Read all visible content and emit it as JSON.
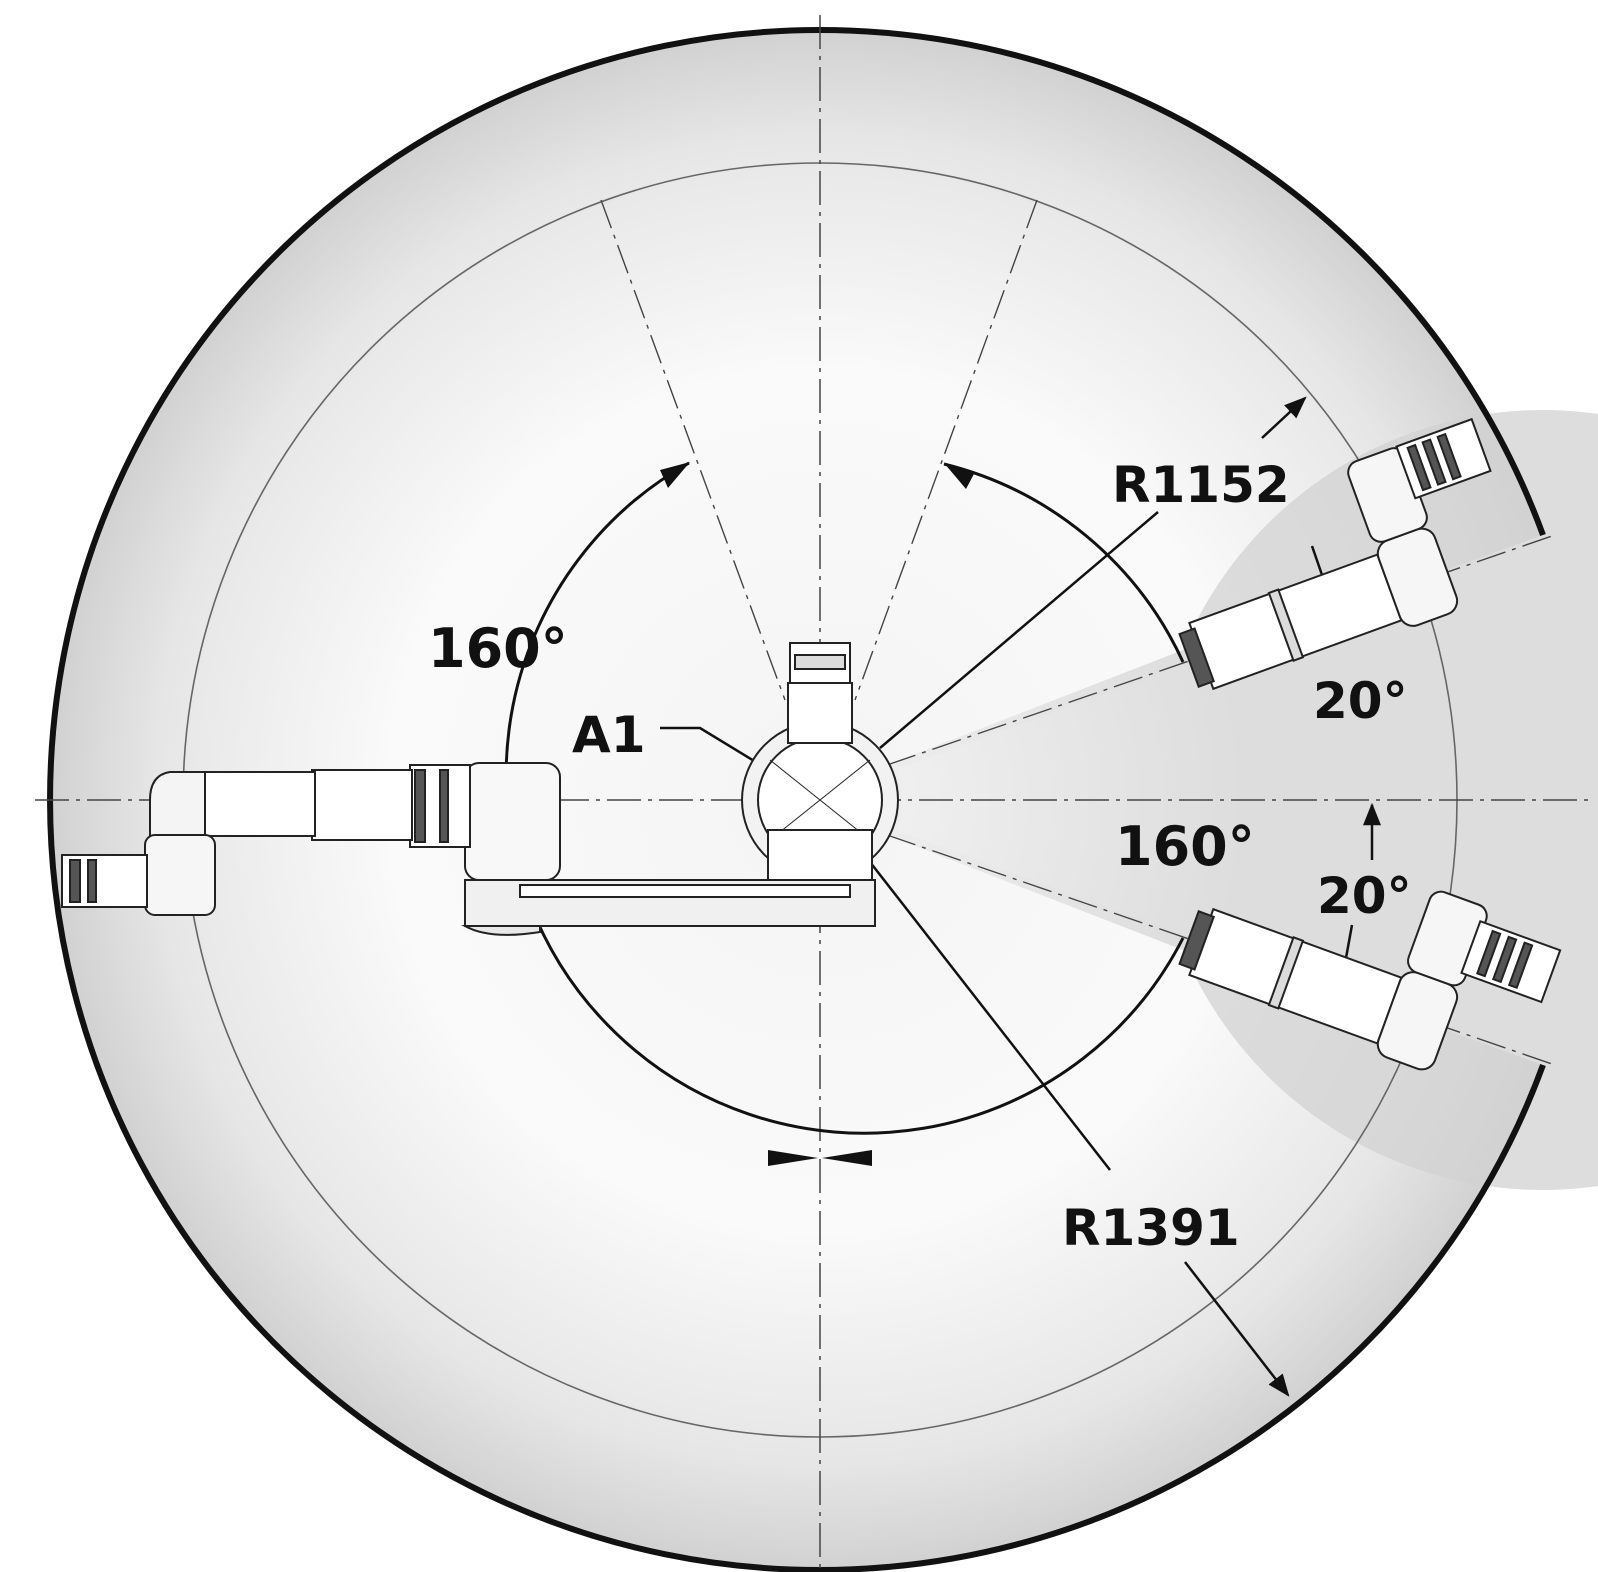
{
  "labels": {
    "axis": "A1",
    "inner_radius": "R1152",
    "outer_radius": "R1391",
    "angle_upper_left": "160°",
    "angle_lower_right": "160°",
    "angle_upper_gap": "20°",
    "angle_lower_gap": "20°"
  },
  "colors": {
    "line": "#111111",
    "thin_line": "#555555",
    "outer_fill_edge": "#c8c8c8",
    "inner_fill": "#d6d6d6",
    "background": "#ffffff"
  }
}
